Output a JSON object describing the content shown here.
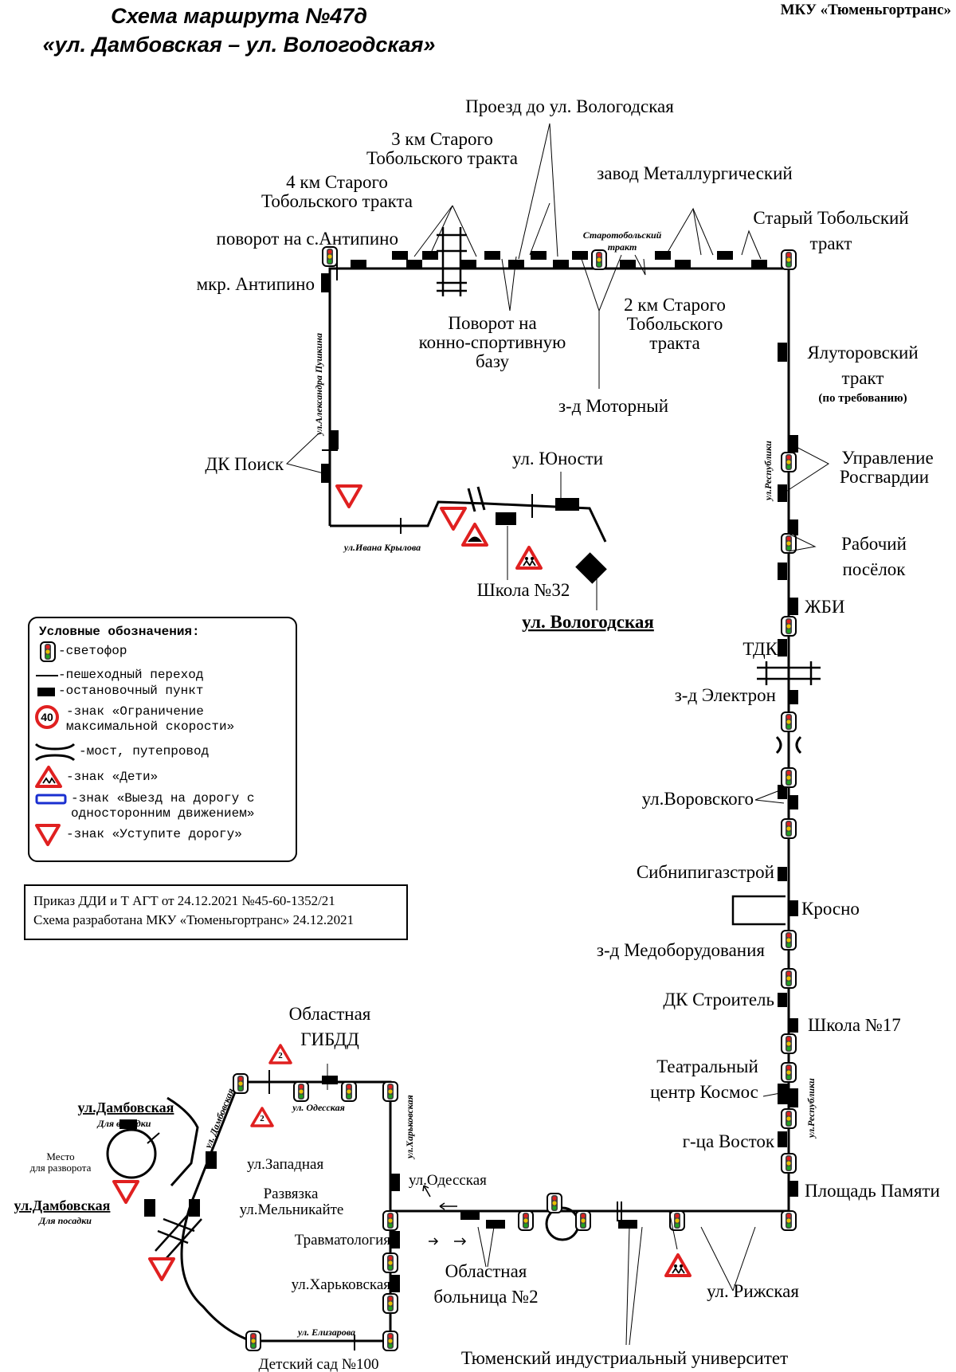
{
  "header": {
    "title_line1": "Схема маршрута №47д",
    "title_line2": "«ул. Дамбовская – ул. Вологодская»",
    "organization": "МКУ «Тюменьгортранс»"
  },
  "legend": {
    "title": "Условные обозначения:",
    "items": [
      {
        "icon": "traffic-light-icon",
        "label": "-светофор"
      },
      {
        "icon": "crosswalk-line-icon",
        "label": "-пешеходный переход"
      },
      {
        "icon": "bus-stop-icon",
        "label": "-остановочный пункт"
      },
      {
        "icon": "speed-limit-sign-icon",
        "label": "-знак «Ограничение",
        "label2": "максимальной скорости»",
        "sign_text": "40"
      },
      {
        "icon": "bridge-icon",
        "label": "-мост, путепровод"
      },
      {
        "icon": "children-sign-icon",
        "label": "-знак «Дети»"
      },
      {
        "icon": "one-way-exit-sign-icon",
        "label": "-знак «Выезд на дорогу с",
        "label2": "односторонним движением»"
      },
      {
        "icon": "yield-sign-icon",
        "label": "-знак «Уступите дорогу»"
      }
    ]
  },
  "order_note": {
    "line1": "Приказ ДДИ и Т АГТ от 24.12.2021 №45-60-1352/21",
    "line2": "Схема разработана МКУ «Тюменьгортранс» 24.12.2021"
  },
  "stops": {
    "proezd": "Проезд до ул. Вологодская",
    "km3_l1": "3 км Старого",
    "km3_l2": "Тобольского тракта",
    "km4_l1": "4 км Старого",
    "km4_l2": "Тобольского тракта",
    "metallurg": "завод Металлургический",
    "stary_l1": "Старый Тобольский",
    "stary_l2": "тракт",
    "antipino_turn": "поворот на с.Антипино",
    "mkr_antipino": "мкр. Антипино",
    "konno_l1": "Поворот на",
    "konno_l2": "конно-спортивную",
    "konno_l3": "базу",
    "km2_l1": "2 км Старого",
    "km2_l2": "Тобольского",
    "km2_l3": "тракта",
    "motorny": "з-д Моторный",
    "yalut_l1": "Ялуторовский",
    "yalut_l2": "тракт",
    "yalut_note": "(по требованию)",
    "dk_poisk": "ДК Поиск",
    "yunosti": "ул. Юности",
    "rosgv_l1": "Управление",
    "rosgv_l2": "Росгвардии",
    "rabochiy_l1": "Рабочий",
    "rabochiy_l2": "посёлок",
    "shkola32": "Школа №32",
    "vologodskaya": "ул. Вологодская",
    "zhbi": "ЖБИ",
    "tdk": "ТДК",
    "elektron": "з-д Электрон",
    "vorovskogo": "ул.Воровского",
    "sibnipi": "Сибнипигазстрой",
    "krosno": "Кросно",
    "medob": "з-д Медоборудования",
    "dk_stroitel": "ДК Строитель",
    "shkola17": "Школа №17",
    "kosmos_l1": "Театральный",
    "kosmos_l2": "центр Космос",
    "vostok": "г-ца Восток",
    "pamyati": "Площадь Памяти",
    "gibdd_l1": "Областная",
    "gibdd_l2": "ГИБДД",
    "damb_top": "ул.Дамбовская",
    "damb_top_note": "Для высадки",
    "turn_place_l1": "Место",
    "turn_place_l2": "для разворота",
    "damb_bottom": "ул.Дамбовская",
    "damb_bottom_note": "Для посадки",
    "zapadnaya": "ул.Западная",
    "melnik_l1": "Развязка",
    "melnik_l2": "ул.Мельникайте",
    "odesskaya": "ул.Одесская",
    "travma": "Травматология",
    "kharkovskaya": "ул.Харьковская",
    "bolnitsa_l1": "Областная",
    "bolnitsa_l2": "больница №2",
    "rizhskaya": "ул. Рижская",
    "tiu": "Тюменский индустриальный университет",
    "detsad": "Детский сад №100"
  },
  "streets": {
    "pushkina": "ул.Александра Пушкина",
    "krylova": "ул.Ивана Крылова",
    "starotob_l1": "Старотобольский",
    "starotob_l2": "тракт",
    "respubliki_top": "ул.Республики",
    "respubliki_bottom": "ул.Республики",
    "dambovskaya": "ул. Дамбовская",
    "odesskaya": "ул. Одесская",
    "kharkovskaya": "ул.Харьковская",
    "elizarova": "ул. Елизарова"
  },
  "signs": {
    "speed_limit": "40",
    "priority_number": "2"
  },
  "colors": {
    "sign_red": "#e02020",
    "one_way_blue": "#1a2fd0",
    "ink": "#000000"
  }
}
